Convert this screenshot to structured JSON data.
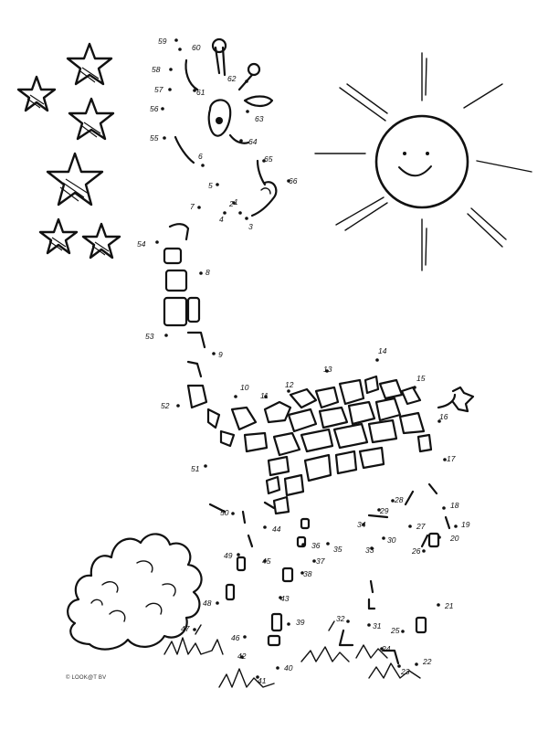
{
  "worksheet": {
    "copyright": "© LOOK@T BV",
    "dot_count": 66
  },
  "dots": [
    "1",
    "2",
    "3",
    "4",
    "5",
    "6",
    "7",
    "8",
    "9",
    "10",
    "11",
    "12",
    "13",
    "14",
    "15",
    "16",
    "17",
    "18",
    "19",
    "20",
    "21",
    "22",
    "23",
    "24",
    "25",
    "26",
    "27",
    "28",
    "29",
    "30",
    "31",
    "32",
    "33",
    "34",
    "35",
    "36",
    "37",
    "38",
    "39",
    "40",
    "41",
    "42",
    "43",
    "44",
    "45",
    "46",
    "47",
    "48",
    "49",
    "50",
    "51",
    "52",
    "53",
    "54",
    "55",
    "56",
    "57",
    "58",
    "59",
    "60",
    "61",
    "62",
    "63",
    "64",
    "65",
    "66"
  ],
  "icons": [
    "star-icon",
    "sun-icon",
    "giraffe-outline",
    "bush-icon",
    "grass-tuft-icon"
  ]
}
